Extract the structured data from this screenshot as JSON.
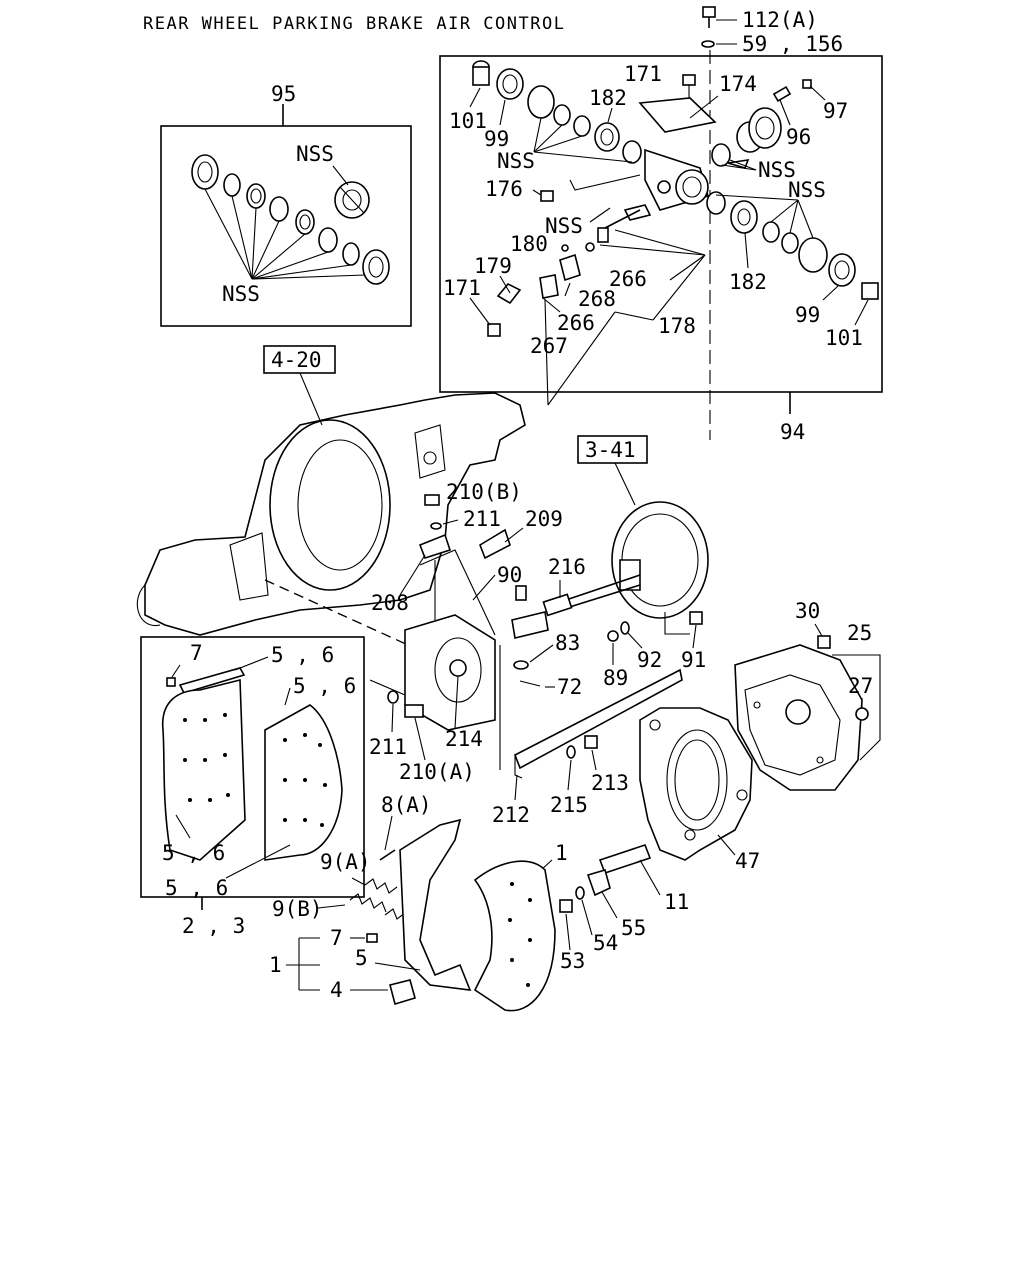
{
  "title": "REAR WHEEL PARKING BRAKE AIR CONTROL",
  "ref_boxes": {
    "axle_ref": "4-20",
    "chamber_ref": "3-41"
  },
  "group_labels": {
    "kit_seals": "95",
    "valve_assembly": "94",
    "shoe_kit": "2 , 3",
    "shoe_assembly": "1",
    "cover_group": "25"
  },
  "labels": {
    "nss": "NSS",
    "p_112a": "112(A)",
    "p_59_156": "59 , 156",
    "p_171": "171",
    "p_174": "174",
    "p_182": "182",
    "p_97": "97",
    "p_96": "96",
    "p_101": "101",
    "p_99": "99",
    "p_176": "176",
    "p_180": "180",
    "p_179": "179",
    "p_266": "266",
    "p_268": "268",
    "p_178": "178",
    "p_267": "267",
    "p_210b": "210(B)",
    "p_211": "211",
    "p_209": "209",
    "p_90": "90",
    "p_216": "216",
    "p_208": "208",
    "p_83": "83",
    "p_72": "72",
    "p_214": "214",
    "p_210a": "210(A)",
    "p_89": "89",
    "p_92": "92",
    "p_91": "91",
    "p_30": "30",
    "p_27": "27",
    "p_213": "213",
    "p_215": "215",
    "p_212": "212",
    "p_7": "7",
    "p_56": "5 , 6",
    "p_5": "5",
    "p_4": "4",
    "p_8a": "8(A)",
    "p_9a": "9(A)",
    "p_9b": "9(B)",
    "p_47": "47",
    "p_11": "11",
    "p_55": "55",
    "p_54": "54",
    "p_53": "53"
  }
}
